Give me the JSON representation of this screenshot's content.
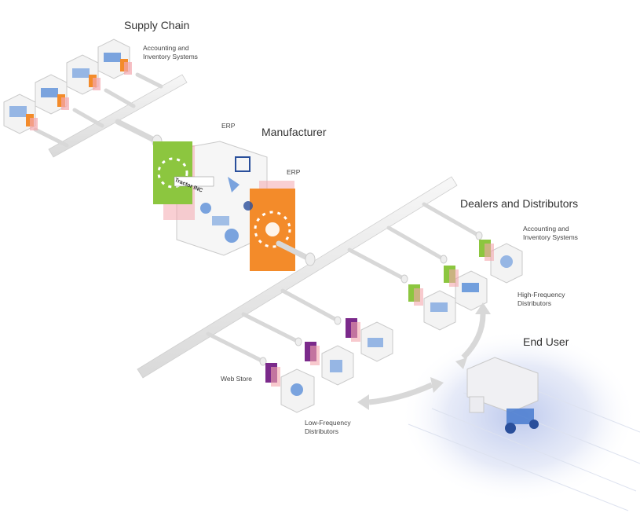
{
  "labels": {
    "supply_chain": "Supply Chain",
    "supply_accounting": "Accounting and\nInventory Systems",
    "manufacturer": "Manufacturer",
    "erp_left": "ERP",
    "erp_right": "ERP",
    "tractor_inc": "Tractor INC",
    "dealers": "Dealers and Distributors",
    "dealers_accounting": "Accounting and\nInventory Systems",
    "high_frequency": "High-Frequency\nDistributors",
    "end_user": "End User",
    "web_store": "Web Store",
    "low_frequency": "Low-Frequency\nDistributors"
  },
  "colors": {
    "pipe": "#e8e8e8",
    "pipe_edge": "#cfcfcf",
    "box_edge": "#c9c9c9",
    "green_panel": "#8cc63f",
    "orange_panel": "#f38b2a",
    "purple_panel": "#7b2a8b",
    "pink_panel": "#f4a7ae",
    "blue_icon": "#5b8fd8",
    "end_user_glow": "#c9d3ef"
  }
}
